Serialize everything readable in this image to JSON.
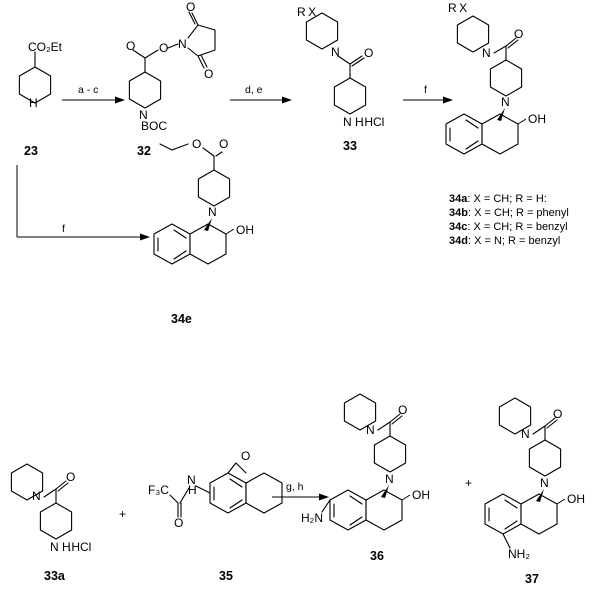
{
  "compounds": {
    "c23": "23",
    "c32": "32",
    "c33": "33",
    "c34e": "34e",
    "c33a": "33a",
    "c35": "35",
    "c36": "36",
    "c37": "37"
  },
  "conditions": {
    "ac": "a - c",
    "de": "d, e",
    "f": "f",
    "gh": "g, h"
  },
  "atoms": {
    "co2et": "CO₂Et",
    "o": "O",
    "n": "N",
    "h": "H",
    "nh": "N H",
    "hcl": ".HCl",
    "boc": "BOC",
    "rx": "R X",
    "oh": "OH",
    "f3c": "F₃C",
    "h2n": "H₂N",
    "nh2": "NH₂"
  },
  "symbols": {
    "plus": "+"
  },
  "legend": [
    {
      "id": "34a",
      "text": ": X = CH; R = H:"
    },
    {
      "id": "34b",
      "text": ": X = CH; R = phenyl"
    },
    {
      "id": "34c",
      "text": ": X = CH; R = benzyl"
    },
    {
      "id": "34d",
      "text": ": X = N; R = benzyl"
    }
  ]
}
